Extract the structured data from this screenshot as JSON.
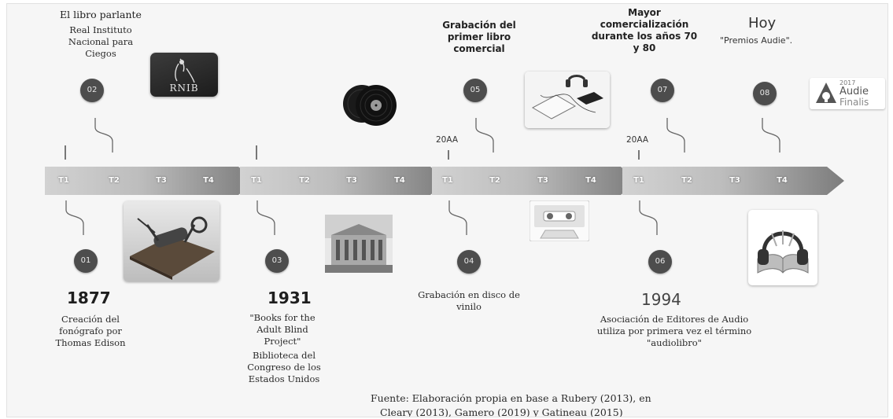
{
  "timeline": {
    "ticks": [
      "T1",
      "T2",
      "T3",
      "T4",
      "T1",
      "T2",
      "T3",
      "T4",
      "T1",
      "T2",
      "T3",
      "T4",
      "T1",
      "T2",
      "T3",
      "T4"
    ],
    "date_labels": [
      "20AA",
      "20AA"
    ]
  },
  "milestones": [
    {
      "num": "01",
      "year": "1877",
      "text": "Creación del fonógrafo por Thomas Edison"
    },
    {
      "num": "02",
      "title": "El libro parlante",
      "text": "Real Instituto Nacional para Ciegos"
    },
    {
      "num": "03",
      "year": "1931",
      "quote": "\"Books for the Adult Blind Project\"",
      "text": "Biblioteca del Congreso de los Estados Unidos"
    },
    {
      "num": "04",
      "text": "Grabación en disco de vinilo"
    },
    {
      "num": "05",
      "title": "Grabación del primer libro comercial"
    },
    {
      "num": "06",
      "year": "1994",
      "text": "Asociación de Editores de Audio utiliza por primera vez el término \"audiolibro\""
    },
    {
      "num": "07",
      "title": "Mayor comercialización durante los años 70 y 80"
    },
    {
      "num": "08",
      "year": "Hoy",
      "text": "\"Premios Audie\"."
    }
  ],
  "logos": {
    "rnib": "RNIB",
    "audie_year": "2017",
    "audie_name": "Audie",
    "audie_sub": "Finalis"
  },
  "icons": [
    "phonograph-image",
    "rnib-logo",
    "library-building-image",
    "vinyl-records-image",
    "tablet-headphones-image",
    "cassette-image",
    "audie-logo",
    "book-headphones-image"
  ],
  "source": {
    "line1": "Fuente: Elaboración propia en base a Rubery (2013), en",
    "line2": "Cleary (2013), Gamero (2019) y Gatineau (2015)"
  }
}
